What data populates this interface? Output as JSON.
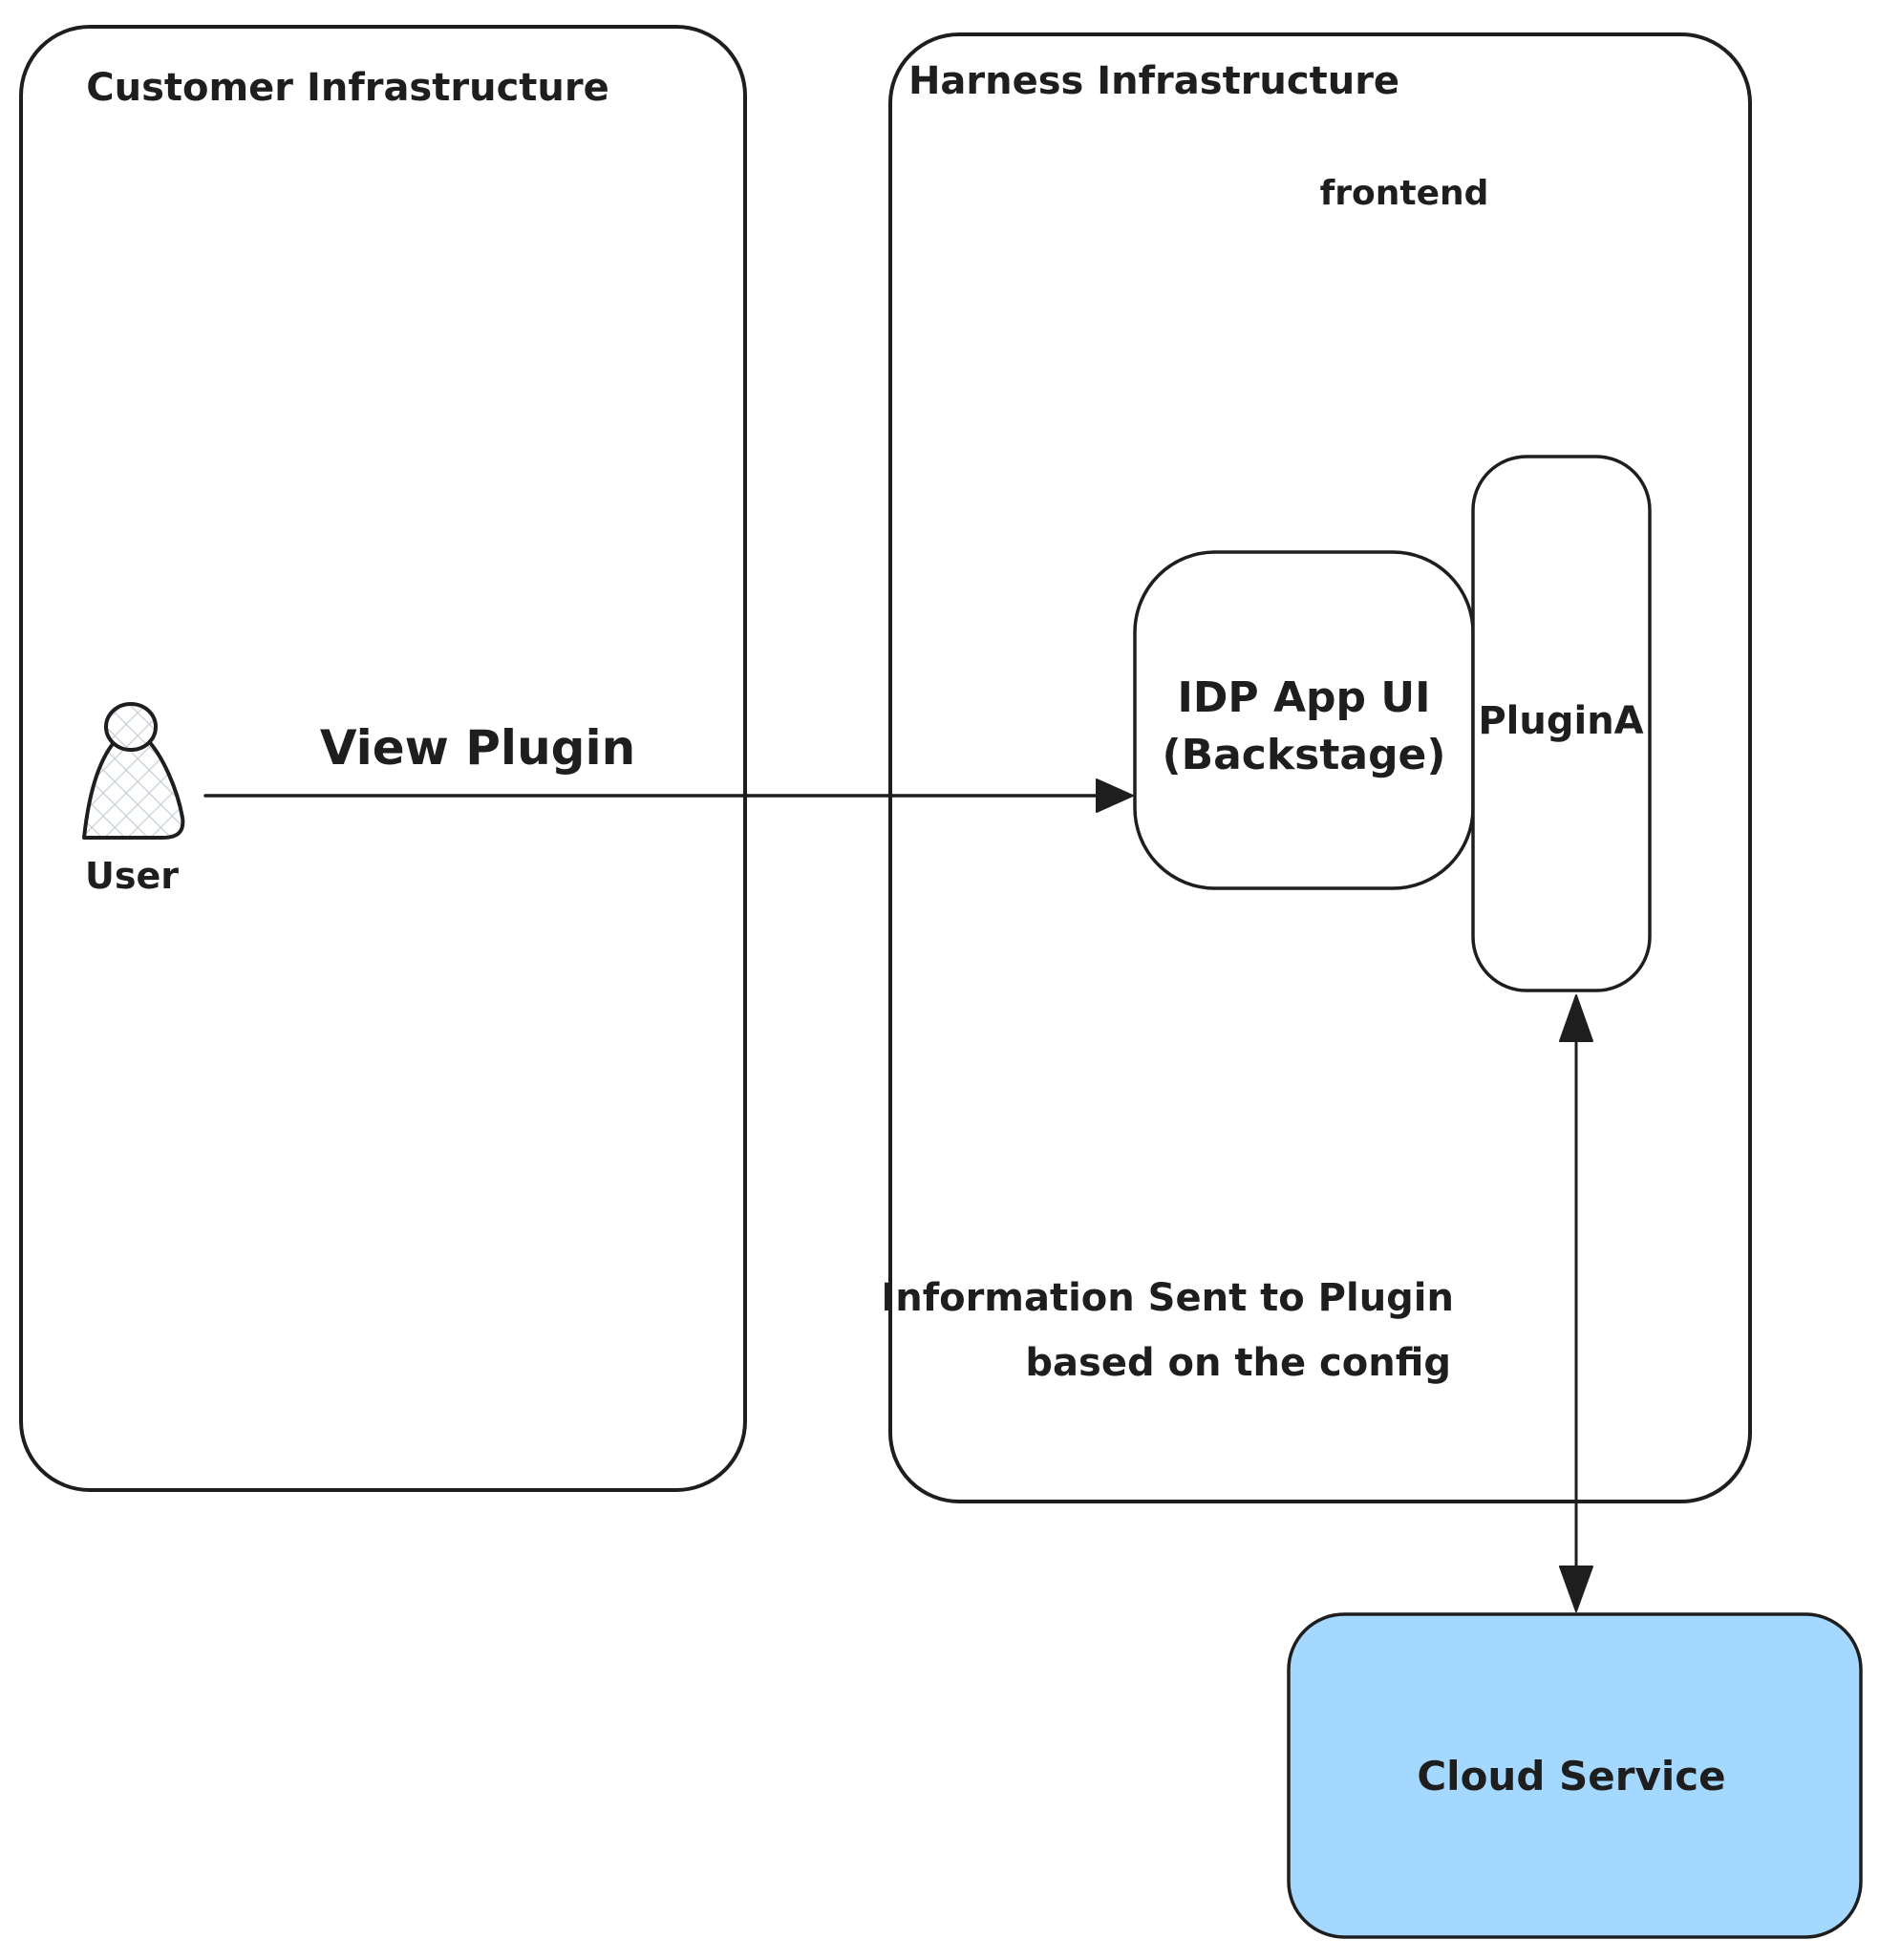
{
  "canvas": {
    "background": "#ffffff",
    "stroke": "#1e1e1e",
    "cloud_fill": "#a5d8ff",
    "hatch_color": "#c6cfd9"
  },
  "containers": {
    "customer": {
      "label": "Customer Infrastructure"
    },
    "harness": {
      "label": "Harness Infrastructure",
      "sublabel": "frontend"
    }
  },
  "nodes": {
    "idp": {
      "label_line1": "IDP App UI",
      "label_line2": "(Backstage)"
    },
    "plugin": {
      "label": "PluginA"
    },
    "cloud": {
      "label": "Cloud Service"
    }
  },
  "actor": {
    "label": "User"
  },
  "edges": {
    "user_to_idp": {
      "label": "View Plugin",
      "direction": "right"
    },
    "plugin_to_cloud": {
      "label_line1": "Information Sent to Plugin",
      "label_line2": "based on the config",
      "direction": "both"
    }
  }
}
